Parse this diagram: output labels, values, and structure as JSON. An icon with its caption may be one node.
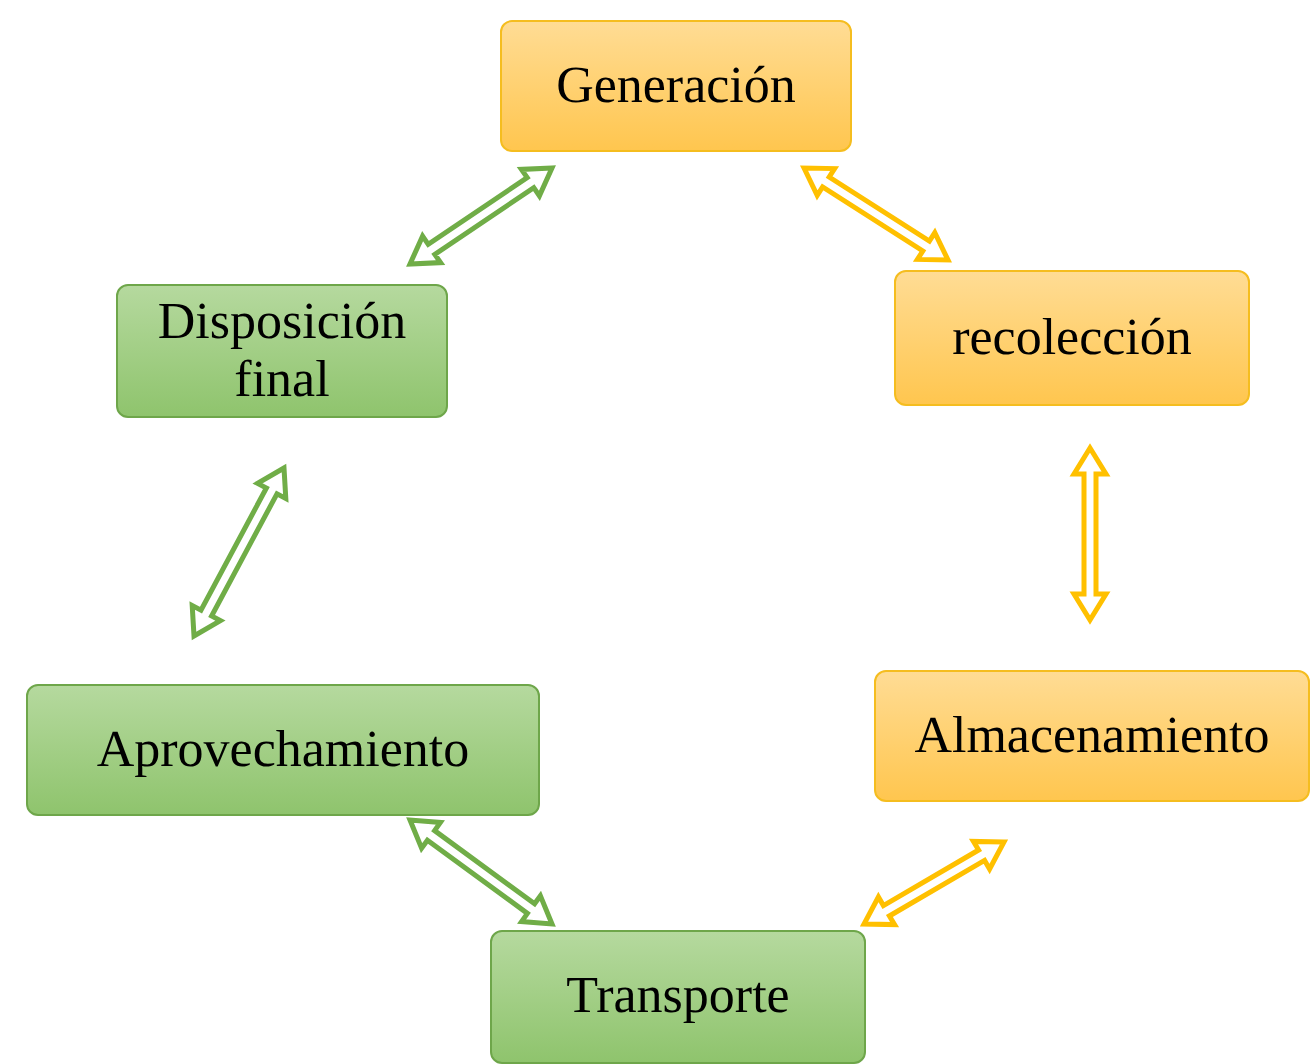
{
  "diagram": {
    "nodes": [
      {
        "text": [
          "Generación"
        ]
      },
      {
        "text": [
          "recolección"
        ]
      },
      {
        "text": [
          "Almacenamiento"
        ]
      },
      {
        "text": [
          "Transporte"
        ]
      },
      {
        "text": [
          "Aprovechamiento"
        ]
      },
      {
        "text": [
          "Disposición final"
        ]
      }
    ],
    "edges": [
      {
        "from": 0,
        "to": 5,
        "arrow": "both",
        "color": "#70ad47"
      },
      {
        "from": 0,
        "to": 1,
        "arrow": "both",
        "color": "#ffc000"
      },
      {
        "from": 1,
        "to": 2,
        "arrow": "both",
        "color": "#ffc000"
      },
      {
        "from": 2,
        "to": 3,
        "arrow": "both",
        "color": "#ffc000"
      },
      {
        "from": 4,
        "to": 3,
        "arrow": "both",
        "color": "#70ad47"
      },
      {
        "from": 5,
        "to": 4,
        "arrow": "both",
        "color": "#70ad47"
      }
    ]
  }
}
